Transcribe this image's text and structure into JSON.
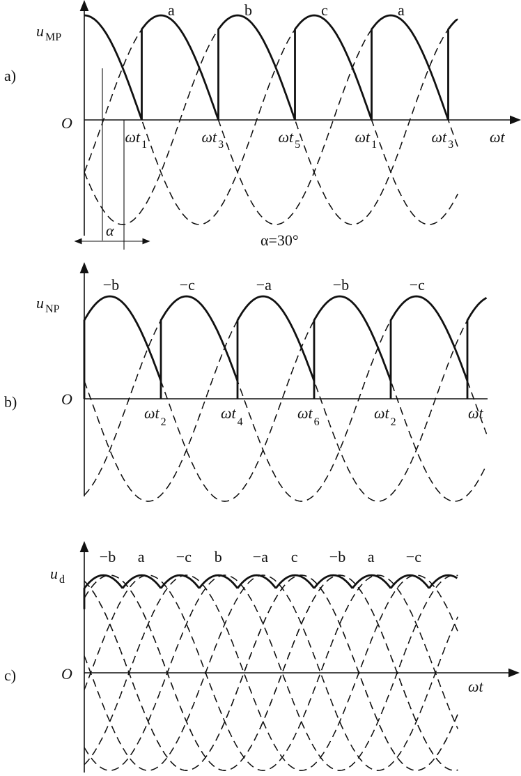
{
  "panels": {
    "a": {
      "panel_label": "a)",
      "y_label_main": "u",
      "y_label_sub": "MP",
      "origin": "O",
      "x_label": "ωt",
      "phase_labels": [
        "a",
        "b",
        "c",
        "a"
      ],
      "time_marks": [
        {
          "w": "ωt",
          "s": "1"
        },
        {
          "w": "ωt",
          "s": "3"
        },
        {
          "w": "ωt",
          "s": "5"
        },
        {
          "w": "ωt",
          "s": "1"
        },
        {
          "w": "ωt",
          "s": "3"
        }
      ],
      "alpha_symbol": "α",
      "alpha_value_text": "α=30°"
    },
    "b": {
      "panel_label": "b)",
      "y_label_main": "u",
      "y_label_sub": "NP",
      "origin": "O",
      "x_label": "ωt",
      "phase_labels": [
        "−b",
        "−c",
        "−a",
        "−b",
        "−c"
      ],
      "time_marks": [
        {
          "w": "ωt",
          "s": "2"
        },
        {
          "w": "ωt",
          "s": "4"
        },
        {
          "w": "ωt",
          "s": "6"
        },
        {
          "w": "ωt",
          "s": "2"
        }
      ]
    },
    "c": {
      "panel_label": "c)",
      "y_label_main": "u",
      "y_label_sub": "d",
      "origin": "O",
      "x_label": "ωt",
      "phase_labels": [
        "−b",
        "a",
        "−c",
        "b",
        "−a",
        "c",
        "−b",
        "a",
        "−c"
      ]
    }
  },
  "firing_angle_deg": 30
}
